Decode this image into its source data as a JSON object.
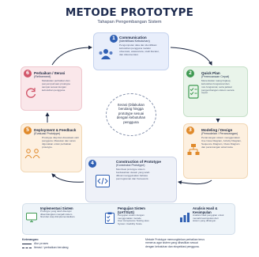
{
  "title": "METODE PROTOTYPE",
  "subtitle": "Tahapan Pengembangan Sistem",
  "center_text": [
    "Iterasi (Dilakukan",
    "berulang hingga",
    "prototype sesuai",
    "dengan kebutuhan",
    "pengguna"
  ],
  "colors": {
    "navy": "#1d2b4f",
    "blue_badge": "#2f5fb3",
    "green_badge": "#3f9a52",
    "orange_badge": "#e08a2b",
    "red_badge": "#d2566a"
  },
  "steps": [
    {
      "num": "1",
      "title": "Communication",
      "subtitle": "(Identifikasi Kebutuhan)",
      "desc": [
        "Pengumpulan data dan identifikasi",
        "kebutuhan pengguna melalui",
        "observasi, wawancara, studi literatur,",
        "dan dokumentasi."
      ],
      "icon": "users-icon"
    },
    {
      "num": "2",
      "title": "Quick Plan",
      "subtitle": "(Perencanaan Cepat)",
      "desc": [
        "Menentukan ruang lingkup,",
        "kebutuhan fungsional dan",
        "non-fungsional, serta jadwal",
        "pengembangan sistem secara",
        "cepat."
      ],
      "icon": "checklist-icon"
    },
    {
      "num": "3",
      "title": "Modeling / Design",
      "subtitle": "(Pemodelan / Perancangan)",
      "desc": [
        "Perancangan sistem menggunakan",
        "Use Case Diagram, Activity Diagram,",
        "Sequence Diagram, Class Diagram",
        "dan perancangan antarmuka."
      ],
      "icon": "network-icon"
    },
    {
      "num": "4",
      "title": "Construction of Prototype",
      "subtitle": "(Konstruksi Prototype)",
      "desc": [
        "Membuat prototype sistem",
        "berdasarkan desain yang telah",
        "dibuat menggunakan bahasa",
        "pemrograman dan framework."
      ],
      "icon": "code-icon"
    },
    {
      "num": "5",
      "title": "Deployment & Feedback",
      "subtitle": "(Evaluasi Prototype)",
      "desc": [
        "Prototype diuji dan dievaluasi oleh",
        "pengguna. Masukan dan saran",
        "digunakan untuk perbaikan",
        "prototype."
      ],
      "icon": "team-icon"
    },
    {
      "num": "6",
      "title": "Perbaikan / Iterasi",
      "subtitle": "(Refinement)",
      "desc": [
        "Melakukan perbaikan dan",
        "penyempurnaan prototype",
        "sampai sesuai dengan",
        "kebutuhan pengguna."
      ],
      "icon": "refresh-icon"
    }
  ],
  "final_steps": [
    {
      "title": "Implementasi Sistem",
      "desc": [
        "Prototype yang telah disetujui",
        "dikembangkan menjadi sistem",
        "final dan siap diimplementasikan."
      ],
      "icon": "monitor-icon"
    },
    {
      "title": "Pengujian Sistem",
      "subtitle": "(UAT/SUS)",
      "desc": [
        "Pengujian sistem dengan",
        "menggunakan metode",
        "User Acceptance Testing atau",
        "System Usability Scale."
      ],
      "icon": "clipboard-icon"
    },
    {
      "title": "Analisis Hasil & Kesimpulan",
      "desc": [
        "Analisis hasil pengujian untuk",
        "menarik kesimpulan dari",
        "sistem yang dibangun."
      ],
      "icon": "bar-chart-icon"
    }
  ],
  "legend": {
    "heading": "Keterangan:",
    "items": [
      "Alur proses",
      "Iterasi / perbaikan berulang"
    ]
  },
  "footnote": [
    "Metode Prototype memungkinkan perbaikan terus",
    "menerus agar sistem yang dihasilkan sesuai",
    "dengan kebutuhan dan ekspektasi pengguna."
  ]
}
